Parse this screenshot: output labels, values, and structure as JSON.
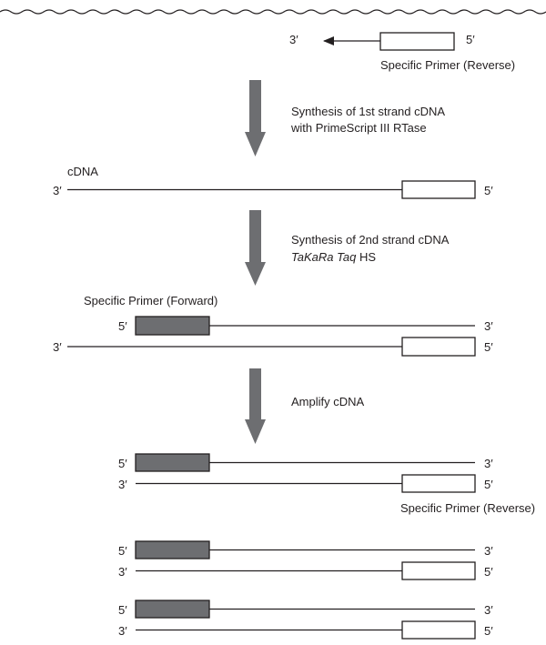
{
  "colors": {
    "line": "#231f20",
    "forward_primer_fill": "#6d6e71",
    "step_arrow": "#6d6e71"
  },
  "labels": {
    "prime_3": "3′",
    "prime_5": "5′"
  },
  "rna_template": {
    "primer_reverse_label": "Specific Primer (Reverse)"
  },
  "steps": [
    {
      "line1": "Synthesis of 1st strand cDNA",
      "line2": "with PrimeScript III RTase"
    },
    {
      "line1": "Synthesis of 2nd strand cDNA",
      "line2_italic": "TaKaRa Taq",
      "line2_rest": " HS"
    },
    {
      "line1": "Amplify cDNA"
    }
  ],
  "cdna": {
    "label": "cDNA"
  },
  "second_strand": {
    "primer_forward_label": "Specific Primer (Forward)"
  },
  "amplified": {
    "primer_reverse_label": "Specific Primer (Reverse)",
    "copies": 3
  },
  "icons": [
    "wavy-rna-icon",
    "step-arrow-icon",
    "primer-direction-arrow-icon"
  ]
}
